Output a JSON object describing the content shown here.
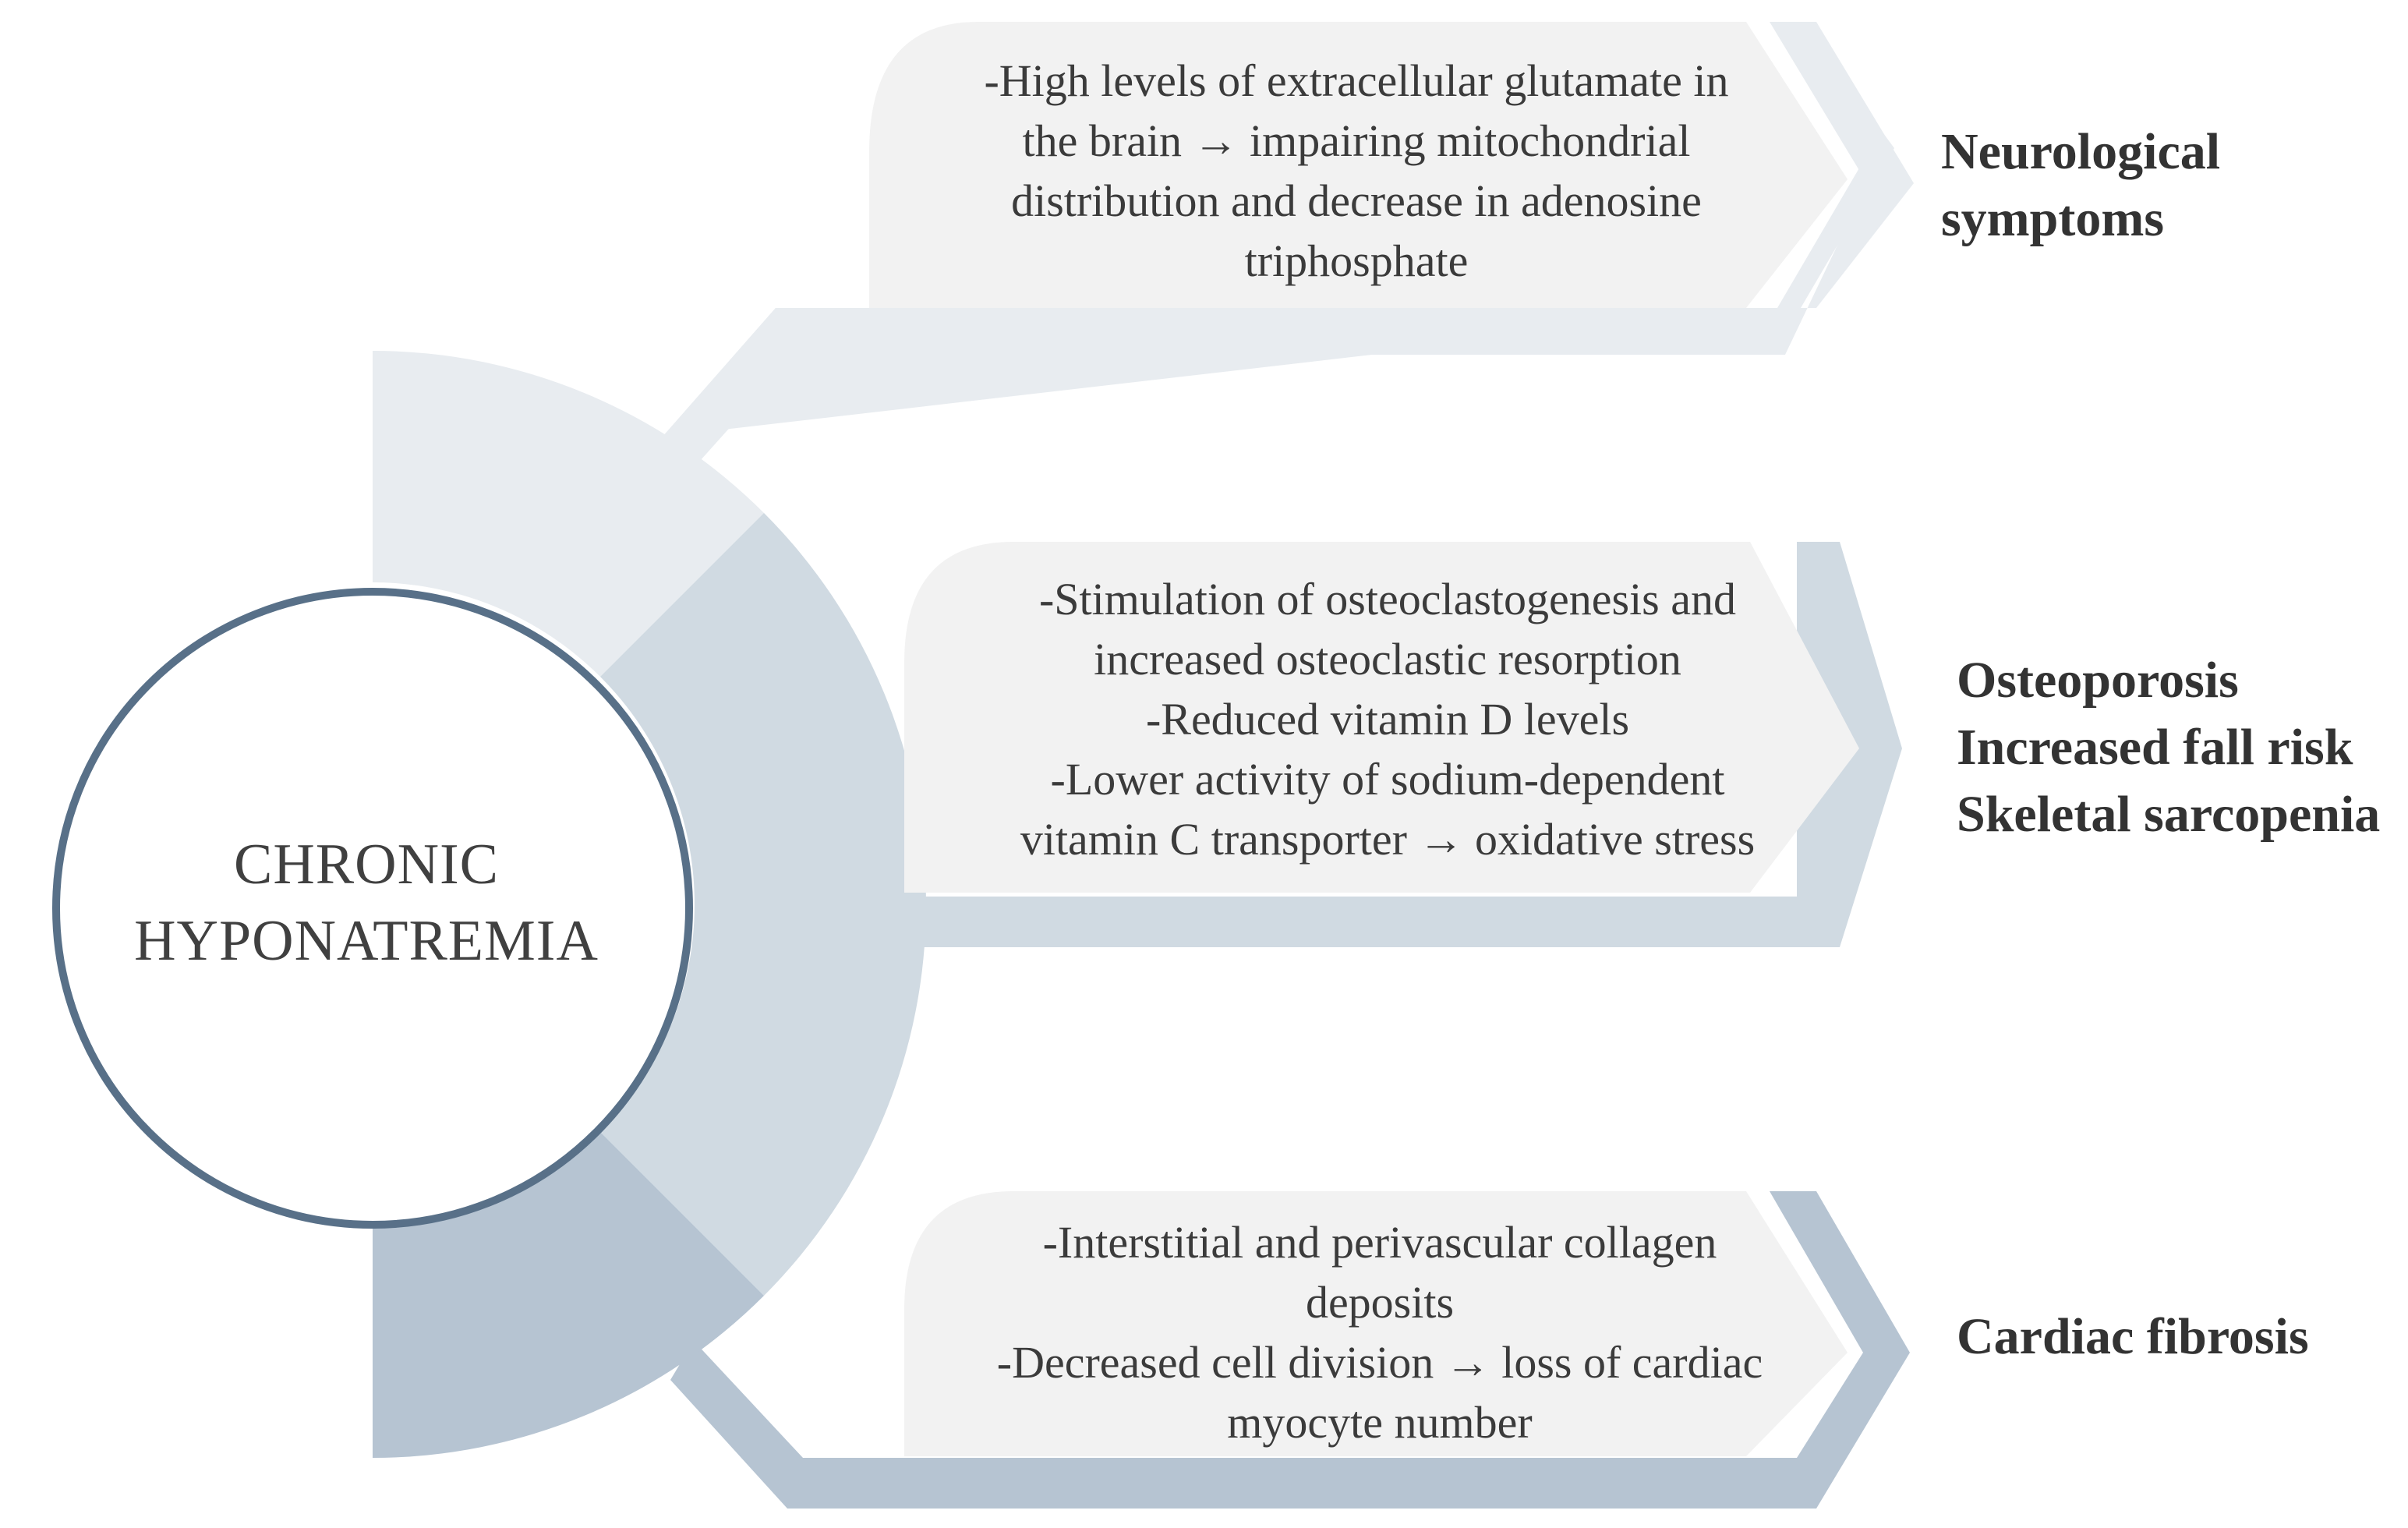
{
  "center": {
    "title_lines": [
      "CHRONIC",
      "HYPONATREMIA"
    ]
  },
  "branches": [
    {
      "id": "neurological",
      "mechanism_lines": [
        "-High levels of extracellular glutamate in",
        "the brain → impairing mitochondrial",
        "distribution and decrease in adenosine",
        "triphosphate"
      ],
      "outcome_lines": [
        "Neurological",
        "symptoms"
      ]
    },
    {
      "id": "bone",
      "mechanism_lines": [
        "-Stimulation of osteoclastogenesis and",
        "increased osteoclastic resorption",
        "-Reduced vitamin D levels",
        "-Lower activity of sodium-dependent",
        "vitamin C transporter → oxidative stress"
      ],
      "outcome_lines": [
        "Osteoporosis",
        "Increased fall risk",
        "Skeletal sarcopenia"
      ]
    },
    {
      "id": "cardiac",
      "mechanism_lines": [
        "-Interstitial and perivascular collagen",
        "deposits",
        "-Decreased cell division → loss of cardiac",
        "myocyte number"
      ],
      "outcome_lines": [
        "Cardiac fibrosis"
      ]
    }
  ],
  "colors": {
    "ring_top": "#e8ecf0",
    "ring_middle": "#d0dae2",
    "ring_bottom": "#b6c4d2",
    "box_fill": "#f2f2f2",
    "circle_border": "#587088",
    "outcome_text": "#333333",
    "body_text": "#3b3b3b"
  }
}
